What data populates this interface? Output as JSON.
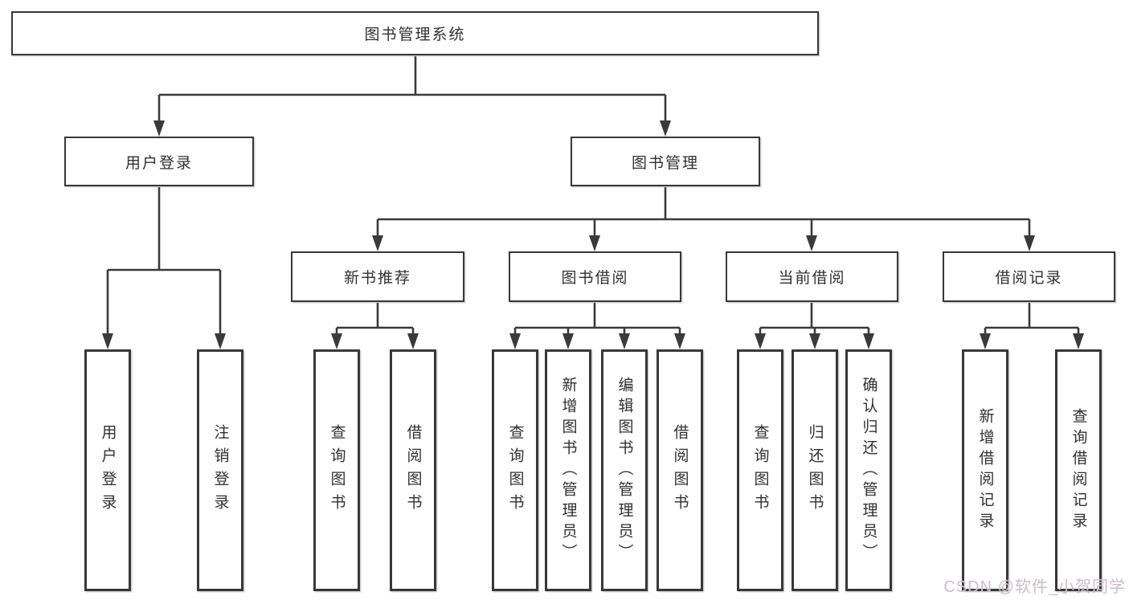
{
  "diagram": {
    "root": {
      "label": "图书管理系统"
    },
    "branches": [
      {
        "label": "用户登录"
      },
      {
        "label": "图书管理"
      }
    ],
    "modules": [
      {
        "label": "新书推荐"
      },
      {
        "label": "图书借阅"
      },
      {
        "label": "当前借阅"
      },
      {
        "label": "借阅记录"
      }
    ],
    "leaves": [
      {
        "label": "用户登录"
      },
      {
        "label": "注销登录"
      },
      {
        "label": "查询图书"
      },
      {
        "label": "借阅图书"
      },
      {
        "label": "查询图书"
      },
      {
        "label": "新增图书（管理员）"
      },
      {
        "label": "编辑图书（管理员）"
      },
      {
        "label": "借阅图书"
      },
      {
        "label": "查询图书"
      },
      {
        "label": "归还图书"
      },
      {
        "label": "确认归还（管理员）"
      },
      {
        "label": "新增借阅记录"
      },
      {
        "label": "查询借阅记录"
      }
    ]
  },
  "watermark": {
    "label": "CSDN @软件_小贺同学"
  },
  "colors": {
    "line": "#3a3a3a",
    "text": "#303030",
    "background": "#ffffff",
    "watermark": "#c9bfc6"
  }
}
